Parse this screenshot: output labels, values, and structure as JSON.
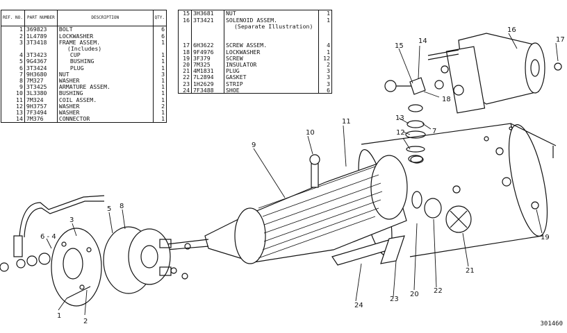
{
  "headers": {
    "ref": "REF. NO.",
    "part": "PART NUMBER",
    "desc": "DESCRIPTION",
    "qty": "QTY."
  },
  "left_rows": [
    {
      "ref": "1",
      "part": "369823",
      "desc": "BOLT",
      "qty": "6"
    },
    {
      "ref": "2",
      "part": "1L4789",
      "desc": "LOCKWASHER",
      "qty": "6"
    },
    {
      "ref": "3",
      "part": "3T3418",
      "desc": "FRAME ASSEM.",
      "qty": "1"
    },
    {
      "ref": "",
      "part": "",
      "desc": "(Includes)",
      "qty": ""
    },
    {
      "ref": "4",
      "part": "3T3423",
      "desc": "CUP",
      "qty": "1"
    },
    {
      "ref": "5",
      "part": "9G4367",
      "desc": "BUSHING",
      "qty": "1"
    },
    {
      "ref": "6",
      "part": "3T3424",
      "desc": "PLUG",
      "qty": "1"
    },
    {
      "ref": "7",
      "part": "9H3680",
      "desc": "NUT",
      "qty": "3"
    },
    {
      "ref": "8",
      "part": "7M327",
      "desc": "WASHER",
      "qty": "1"
    },
    {
      "ref": "9",
      "part": "3T3425",
      "desc": "ARMATURE ASSEM.",
      "qty": "1"
    },
    {
      "ref": "10",
      "part": "3L3380",
      "desc": "BUSHING",
      "qty": "1"
    },
    {
      "ref": "11",
      "part": "7M324",
      "desc": "COIL ASSEM.",
      "qty": "1"
    },
    {
      "ref": "12",
      "part": "9H3757",
      "desc": "WASHER",
      "qty": "2"
    },
    {
      "ref": "13",
      "part": "7F3494",
      "desc": "WASHER",
      "qty": "1"
    },
    {
      "ref": "14",
      "part": "7M376",
      "desc": "CONNECTOR",
      "qty": "1"
    }
  ],
  "right_rows": [
    {
      "ref": "15",
      "part": "3H3681",
      "desc": "NUT",
      "qty": "1"
    },
    {
      "ref": "16",
      "part": "3T3421",
      "desc": "SOLENOID ASSEM.",
      "qty": "1"
    },
    {
      "ref": "",
      "part": "",
      "desc": "(Separate Illustration)",
      "qty": ""
    },
    {
      "ref": "",
      "part": "",
      "desc": "",
      "qty": ""
    },
    {
      "ref": "",
      "part": "",
      "desc": "",
      "qty": ""
    },
    {
      "ref": "17",
      "part": "6H3622",
      "desc": "SCREW ASSEM.",
      "qty": "4"
    },
    {
      "ref": "18",
      "part": "9F4976",
      "desc": "LOCKWASHER",
      "qty": "1"
    },
    {
      "ref": "19",
      "part": "3F379",
      "desc": "SCREW",
      "qty": "12"
    },
    {
      "ref": "20",
      "part": "7M325",
      "desc": "INSULATOR",
      "qty": "2"
    },
    {
      "ref": "21",
      "part": "4M1831",
      "desc": "PLUG",
      "qty": "3"
    },
    {
      "ref": "22",
      "part": "7L2894",
      "desc": "GASKET",
      "qty": "3"
    },
    {
      "ref": "23",
      "part": "1H2629",
      "desc": "STRIP",
      "qty": "3"
    },
    {
      "ref": "24",
      "part": "7F3488",
      "desc": "SHOE",
      "qty": "6"
    }
  ],
  "callouts": [
    "1",
    "2",
    "3",
    "6 - 4",
    "5",
    "8",
    "9",
    "10",
    "11",
    "12",
    "13",
    "7",
    "18",
    "15",
    "14",
    "16",
    "17",
    "19",
    "21",
    "22",
    "20",
    "23",
    "24"
  ],
  "figure_number": "301460"
}
